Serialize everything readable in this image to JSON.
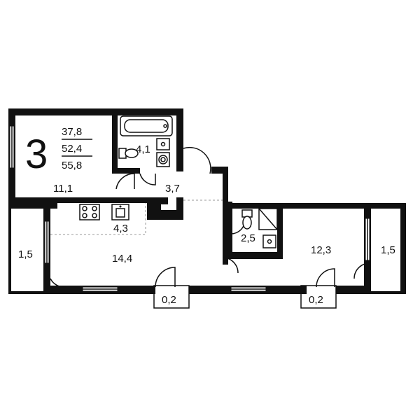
{
  "rooms_count": "3",
  "areas": {
    "living": "37,8",
    "total": "52,4",
    "total_with_balcony": "55,8"
  },
  "rooms": {
    "room_top_left": "11,1",
    "bathroom_top": "4,1",
    "hall": "3,7",
    "kitchen": "4,3",
    "living_room": "14,4",
    "balcony_left": "1,5",
    "bathroom_small": "2,5",
    "bedroom_right": "12,3",
    "balcony_right": "1,5",
    "niche_left": "0,2",
    "niche_right": "0,2"
  }
}
